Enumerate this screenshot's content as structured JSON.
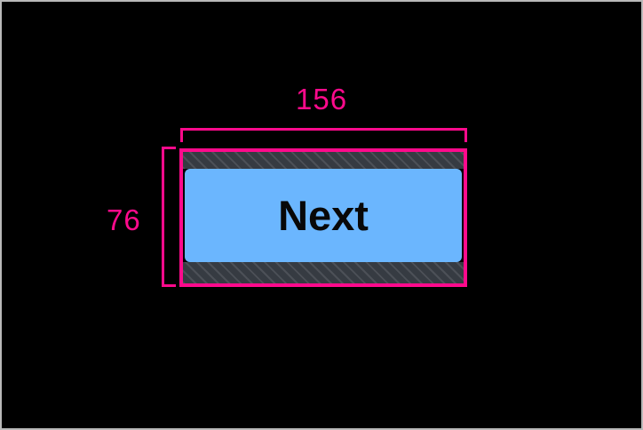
{
  "canvas": {
    "background_color": "#000000",
    "frame_color": "#b9b9b9"
  },
  "inspector": {
    "accent_color": "#ff0a8c",
    "width_measurement": "156",
    "height_measurement": "76"
  },
  "element": {
    "type": "button",
    "label": "Next",
    "fill_color": "#6bb6fe",
    "text_color": "#080808",
    "margin_strip_color": "#363b42"
  }
}
